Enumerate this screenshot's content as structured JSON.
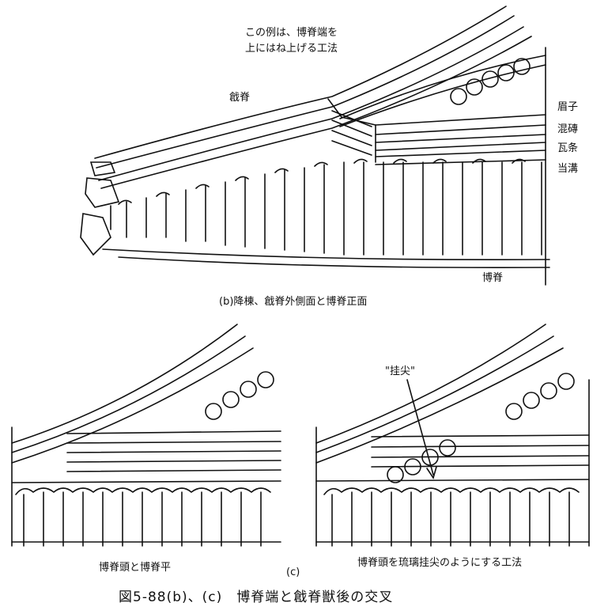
{
  "panel_b": {
    "note_line1": "この例は、博脊端を",
    "note_line2": "上にはね上げる工法",
    "label_qiji": "戧脊",
    "label_meizi": "眉子",
    "label_hunzhuan": "混磚",
    "label_watiao": "瓦条",
    "label_danggou": "当溝",
    "label_boji": "博脊",
    "caption": "(b)降棟、戧脊外側面と博脊正面"
  },
  "panel_c": {
    "label_guajian": "\"挂尖\"",
    "left_caption": "博脊頭と博脊平",
    "right_caption": "博脊頭を琉璃挂尖のようにする工法",
    "sub_caption": "(c)"
  },
  "figure_caption": "図5-88(b)、(c)　博脊端と戧脊獣後の交叉"
}
